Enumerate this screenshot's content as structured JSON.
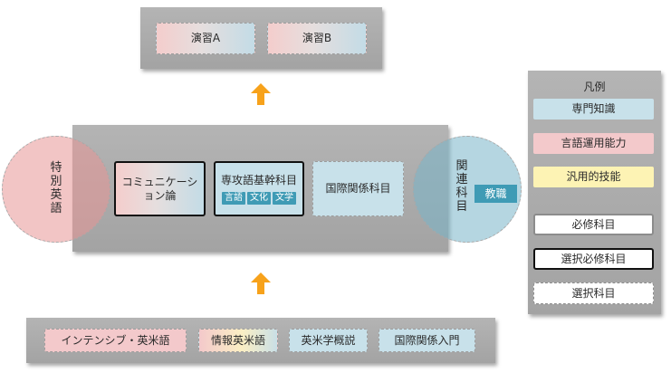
{
  "top_panel": {
    "items": [
      "演習A",
      "演習B"
    ]
  },
  "middle_panel": {
    "left_circle": "特別英語",
    "communication": "コミュニケーション論",
    "major": {
      "title": "専攻語基幹科目",
      "tags": [
        "言語",
        "文化",
        "文学"
      ]
    },
    "international": "国際関係科目",
    "right_circle": "関連科目",
    "teacher_tag": "教職"
  },
  "bottom_panel": {
    "items": [
      "インテンシブ・英米語",
      "情報英米語",
      "英米学概説",
      "国際関係入門"
    ]
  },
  "legend": {
    "title": "凡例",
    "items": [
      "専門知識",
      "言語運用能力",
      "汎用的技能",
      "必修科目",
      "選択必修科目",
      "選択科目"
    ]
  },
  "colors": {
    "blue_fill": "#c8e1ea",
    "pink_fill": "#f3c9cb",
    "yellow_fill": "#fdf3b4",
    "teal_tag": "#3f9bb5",
    "arrow_orange": "#f7a21b",
    "panel_gray": "#ababab"
  }
}
